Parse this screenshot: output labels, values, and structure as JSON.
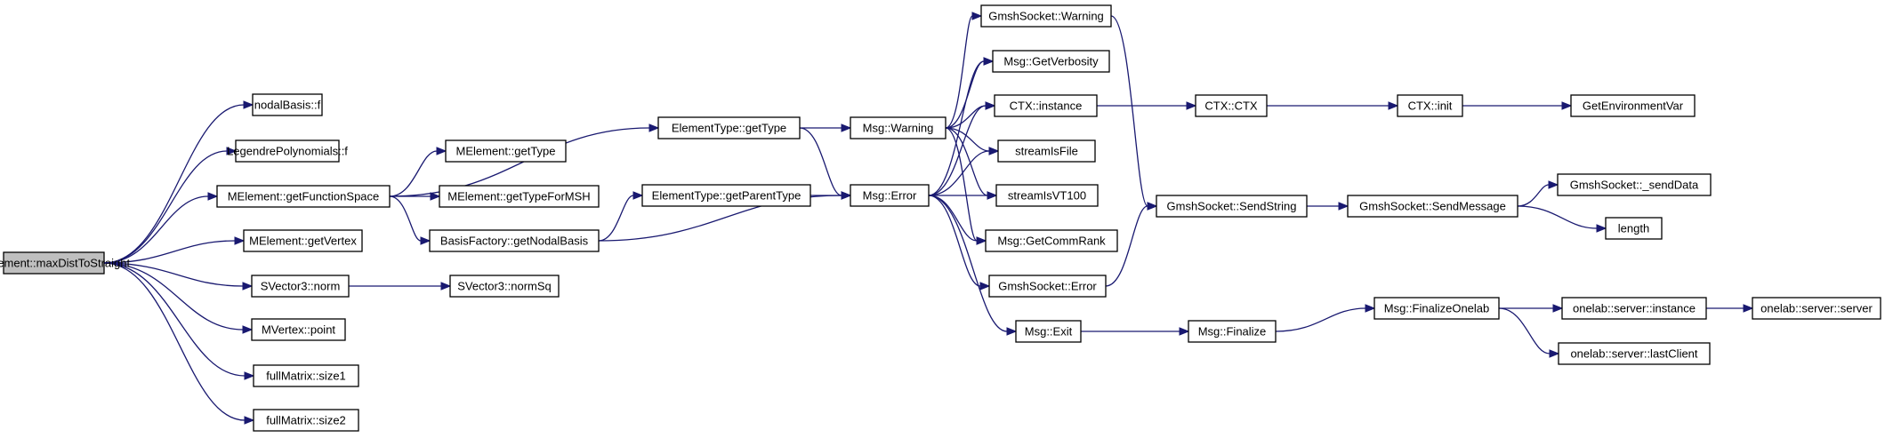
{
  "diagram": {
    "type": "call-graph",
    "edge_color": "#191970",
    "root_fill": "#bfbfbf",
    "node_fill": "#ffffff",
    "nodes": [
      {
        "id": "maxDist",
        "label": "MElement::maxDistToStraight",
        "root": true
      },
      {
        "id": "nodalF",
        "label": "nodalBasis::f"
      },
      {
        "id": "legF",
        "label": "LegendrePolynomials::f"
      },
      {
        "id": "getFS",
        "label": "MElement::getFunctionSpace"
      },
      {
        "id": "getVertex",
        "label": "MElement::getVertex"
      },
      {
        "id": "sv3norm",
        "label": "SVector3::norm"
      },
      {
        "id": "mvpoint",
        "label": "MVertex::point"
      },
      {
        "id": "size1",
        "label": "fullMatrix::size1"
      },
      {
        "id": "size2",
        "label": "fullMatrix::size2"
      },
      {
        "id": "meGetType",
        "label": "MElement::getType"
      },
      {
        "id": "meGetTypeMSH",
        "label": "MElement::getTypeForMSH"
      },
      {
        "id": "bfGetNodal",
        "label": "BasisFactory::getNodalBasis"
      },
      {
        "id": "sv3normSq",
        "label": "SVector3::normSq"
      },
      {
        "id": "etGetType",
        "label": "ElementType::getType"
      },
      {
        "id": "etGetParent",
        "label": "ElementType::getParentType"
      },
      {
        "id": "msgWarning",
        "label": "Msg::Warning"
      },
      {
        "id": "msgError",
        "label": "Msg::Error"
      },
      {
        "id": "gsWarning",
        "label": "GmshSocket::Warning"
      },
      {
        "id": "getVerbosity",
        "label": "Msg::GetVerbosity"
      },
      {
        "id": "ctxInstance",
        "label": "CTX::instance"
      },
      {
        "id": "streamIsFile",
        "label": "streamIsFile"
      },
      {
        "id": "streamIsVT100",
        "label": "streamIsVT100"
      },
      {
        "id": "getCommRank",
        "label": "Msg::GetCommRank"
      },
      {
        "id": "gsError",
        "label": "GmshSocket::Error"
      },
      {
        "id": "msgExit",
        "label": "Msg::Exit"
      },
      {
        "id": "ctxCtx",
        "label": "CTX::CTX"
      },
      {
        "id": "ctxInit",
        "label": "CTX::init"
      },
      {
        "id": "getEnvVar",
        "label": "GetEnvironmentVar"
      },
      {
        "id": "gsSendString",
        "label": "GmshSocket::SendString"
      },
      {
        "id": "gsSendMessage",
        "label": "GmshSocket::SendMessage"
      },
      {
        "id": "gsSendData",
        "label": "GmshSocket::_sendData"
      },
      {
        "id": "length",
        "label": "length"
      },
      {
        "id": "msgFinalize",
        "label": "Msg::Finalize"
      },
      {
        "id": "msgFinalizeOnelab",
        "label": "Msg::FinalizeOnelab"
      },
      {
        "id": "olInstance",
        "label": "onelab::server::instance"
      },
      {
        "id": "olServer",
        "label": "onelab::server::server"
      },
      {
        "id": "olLastClient",
        "label": "onelab::server::lastClient"
      }
    ],
    "edges": [
      [
        "maxDist",
        "nodalF"
      ],
      [
        "maxDist",
        "legF"
      ],
      [
        "maxDist",
        "getFS"
      ],
      [
        "maxDist",
        "getVertex"
      ],
      [
        "maxDist",
        "sv3norm"
      ],
      [
        "maxDist",
        "mvpoint"
      ],
      [
        "maxDist",
        "size1"
      ],
      [
        "maxDist",
        "size2"
      ],
      [
        "getFS",
        "etGetType"
      ],
      [
        "getFS",
        "meGetType"
      ],
      [
        "getFS",
        "meGetTypeMSH"
      ],
      [
        "getFS",
        "bfGetNodal"
      ],
      [
        "sv3norm",
        "sv3normSq"
      ],
      [
        "bfGetNodal",
        "etGetParent"
      ],
      [
        "bfGetNodal",
        "msgError"
      ],
      [
        "etGetType",
        "msgWarning"
      ],
      [
        "etGetType",
        "msgError"
      ],
      [
        "etGetParent",
        "msgError"
      ],
      [
        "msgWarning",
        "gsWarning"
      ],
      [
        "msgWarning",
        "getVerbosity"
      ],
      [
        "msgWarning",
        "ctxInstance"
      ],
      [
        "msgWarning",
        "streamIsFile"
      ],
      [
        "msgWarning",
        "streamIsVT100"
      ],
      [
        "msgWarning",
        "getCommRank"
      ],
      [
        "msgError",
        "getVerbosity"
      ],
      [
        "msgError",
        "ctxInstance"
      ],
      [
        "msgError",
        "streamIsFile"
      ],
      [
        "msgError",
        "streamIsVT100"
      ],
      [
        "msgError",
        "getCommRank"
      ],
      [
        "msgError",
        "gsError"
      ],
      [
        "msgError",
        "msgExit"
      ],
      [
        "gsWarning",
        "gsSendString"
      ],
      [
        "gsError",
        "gsSendString"
      ],
      [
        "ctxInstance",
        "ctxCtx"
      ],
      [
        "ctxCtx",
        "ctxInit"
      ],
      [
        "ctxInit",
        "getEnvVar"
      ],
      [
        "gsSendString",
        "gsSendMessage"
      ],
      [
        "gsSendMessage",
        "gsSendData"
      ],
      [
        "gsSendMessage",
        "length"
      ],
      [
        "msgExit",
        "msgFinalize"
      ],
      [
        "msgFinalize",
        "msgFinalizeOnelab"
      ],
      [
        "msgFinalizeOnelab",
        "olInstance"
      ],
      [
        "msgFinalizeOnelab",
        "olLastClient"
      ],
      [
        "olInstance",
        "olServer"
      ]
    ]
  }
}
